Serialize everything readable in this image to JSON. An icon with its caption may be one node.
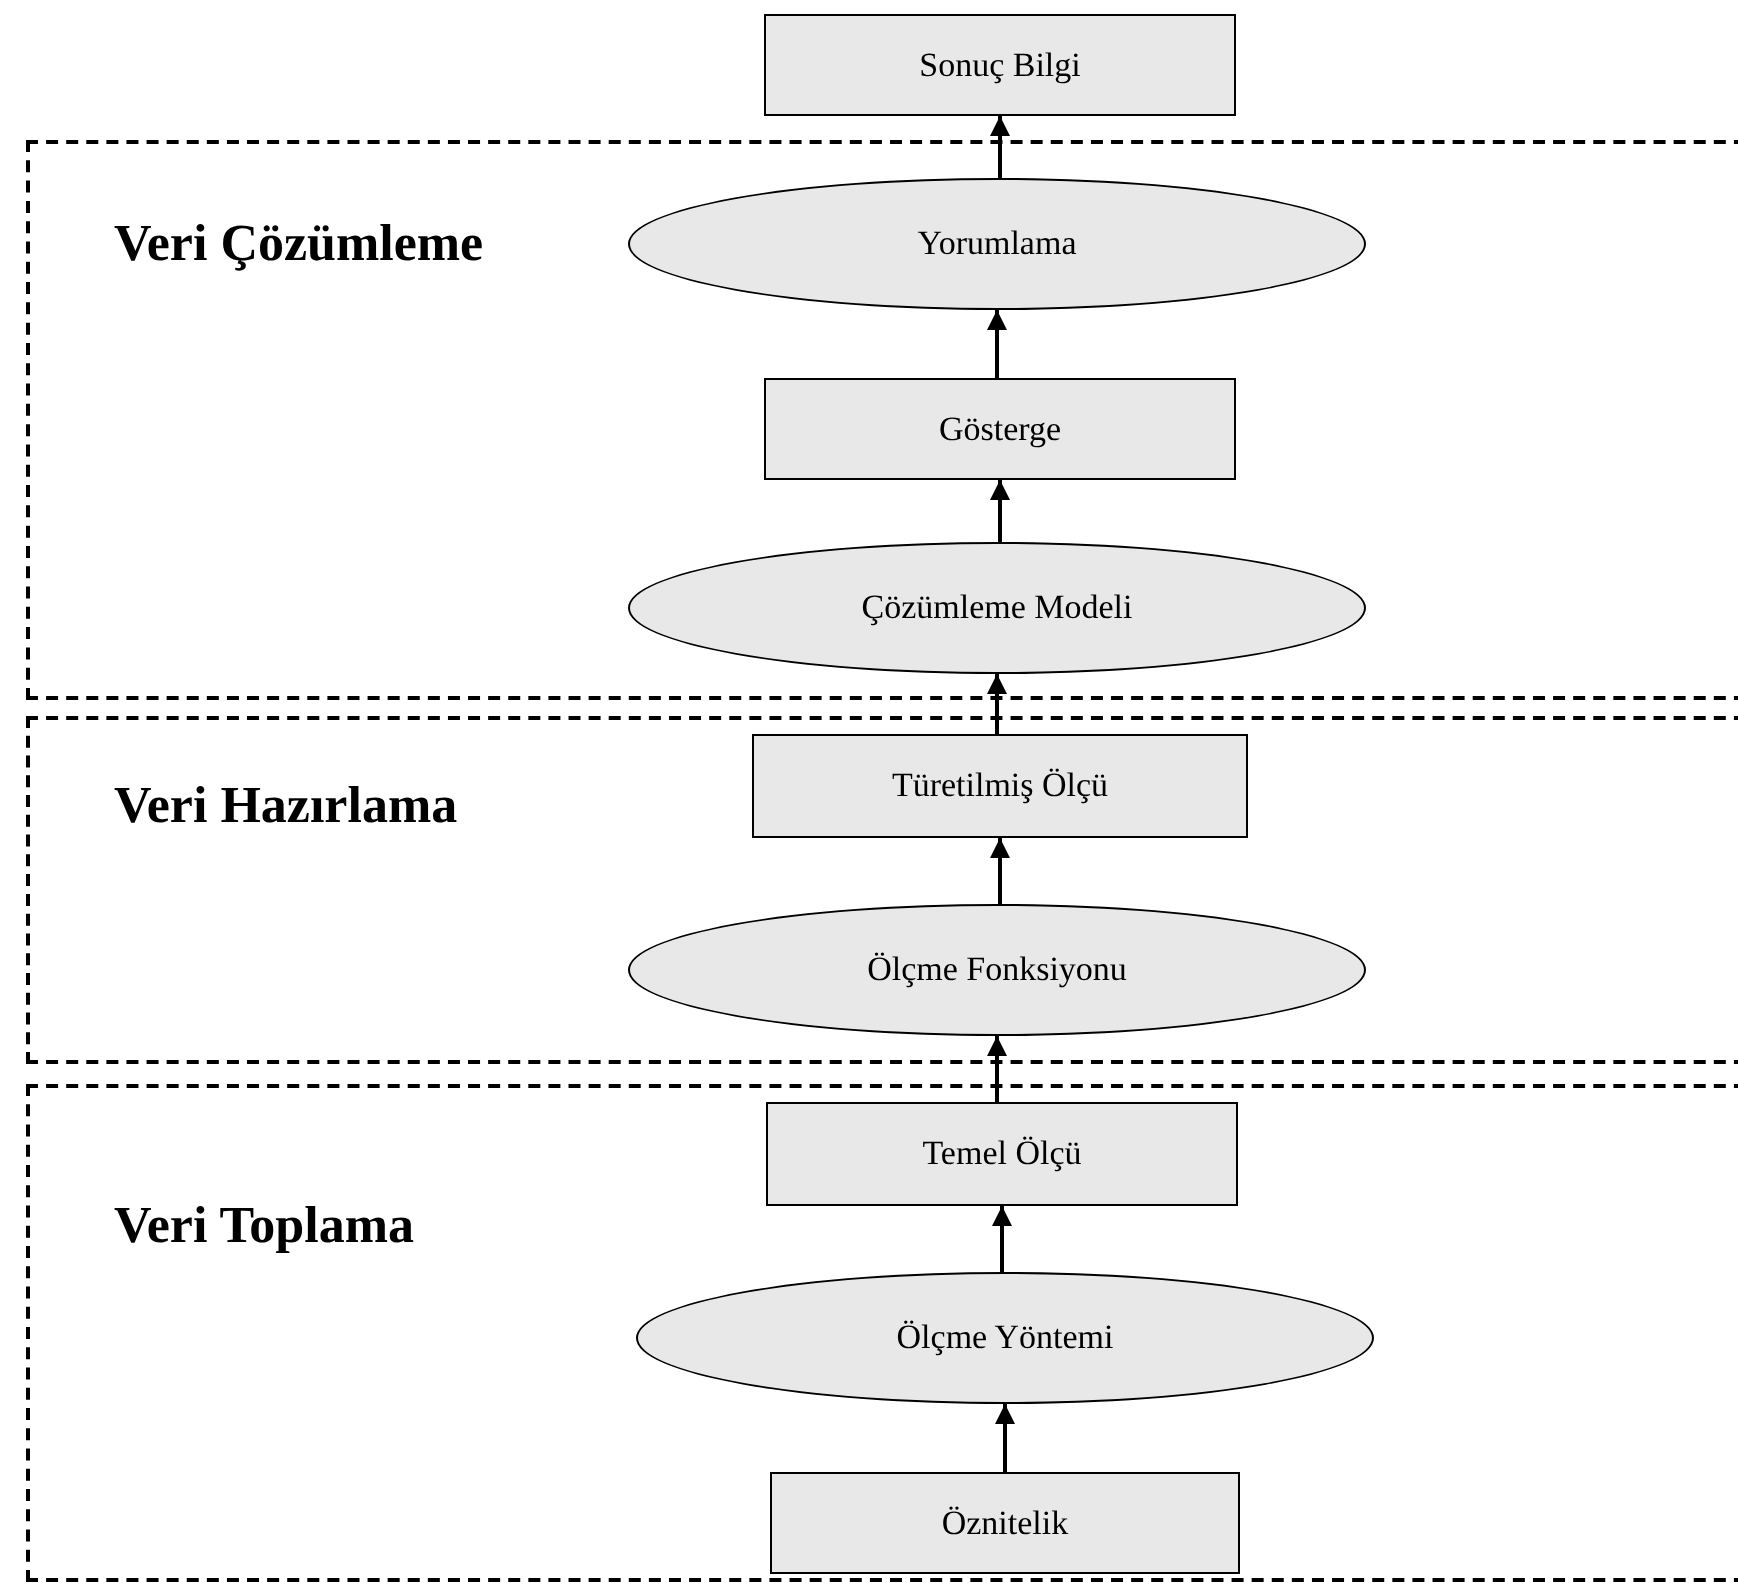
{
  "diagram": {
    "nodes": [
      {
        "text": [
          "Sonuç Bilgi"
        ]
      },
      {
        "text": [
          "Veri Çözümleme"
        ]
      },
      {
        "text": [
          "Yorumlama"
        ],
        "in": 1
      },
      {
        "text": [
          "Gösterge"
        ],
        "in": 1
      },
      {
        "text": [
          "Çözümleme Modeli"
        ],
        "in": 1
      },
      {
        "text": [
          "Veri Hazırlama"
        ]
      },
      {
        "text": [
          "Türetilmiş Ölçü"
        ],
        "in": 5
      },
      {
        "text": [
          "Ölçme Fonksiyonu"
        ],
        "in": 5
      },
      {
        "text": [
          "Veri Toplama"
        ]
      },
      {
        "text": [
          "Temel Ölçü"
        ],
        "in": 8
      },
      {
        "text": [
          "Ölçme Yöntemi"
        ],
        "in": 8
      },
      {
        "text": [
          "Öznitelik"
        ],
        "in": 8
      }
    ],
    "edges": [
      {
        "from": 11,
        "to": 10,
        "arrow": "to"
      },
      {
        "from": 10,
        "to": 9,
        "arrow": "to"
      },
      {
        "from": 9,
        "to": 7,
        "arrow": "to"
      },
      {
        "from": 7,
        "to": 6,
        "arrow": "to"
      },
      {
        "from": 6,
        "to": 4,
        "arrow": "to"
      },
      {
        "from": 4,
        "to": 3,
        "arrow": "to"
      },
      {
        "from": 3,
        "to": 2,
        "arrow": "to"
      },
      {
        "from": 2,
        "to": 0,
        "arrow": "to"
      }
    ]
  }
}
